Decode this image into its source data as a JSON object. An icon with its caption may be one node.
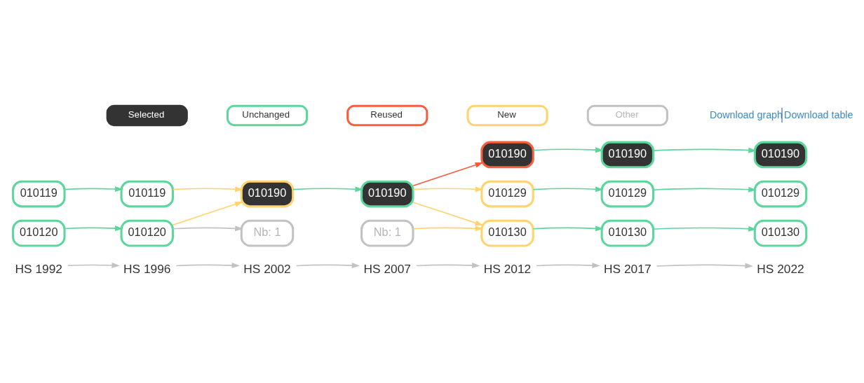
{
  "diagram": {
    "nodes": [
      {
        "text": [
          "010119"
        ]
      },
      {
        "text": [
          "010120"
        ]
      },
      {
        "text": [
          "010119"
        ]
      },
      {
        "text": [
          "010120"
        ]
      },
      {
        "text": [
          "010190"
        ]
      },
      {
        "text": [
          "Nb: 1"
        ]
      },
      {
        "text": [
          "010190"
        ]
      },
      {
        "text": [
          "Nb: 1"
        ]
      },
      {
        "text": [
          "010190"
        ]
      },
      {
        "text": [
          "010129"
        ]
      },
      {
        "text": [
          "010130"
        ]
      },
      {
        "text": [
          "010190"
        ]
      },
      {
        "text": [
          "010129"
        ]
      },
      {
        "text": [
          "010130"
        ]
      },
      {
        "text": [
          "010190"
        ]
      },
      {
        "text": [
          "010129"
        ]
      },
      {
        "text": [
          "010130"
        ]
      },
      {
        "text": [
          "HS 1992"
        ]
      },
      {
        "text": [
          "HS 1996"
        ]
      },
      {
        "text": [
          "HS 2002"
        ]
      },
      {
        "text": [
          "HS 2007"
        ]
      },
      {
        "text": [
          "HS 2012"
        ]
      },
      {
        "text": [
          "HS 2017"
        ]
      },
      {
        "text": [
          "HS 2022"
        ]
      }
    ],
    "edges": [
      {
        "from": 0,
        "to": 2,
        "arrow": "to"
      },
      {
        "from": 1,
        "to": 3,
        "arrow": "to"
      },
      {
        "from": 2,
        "to": 4,
        "arrow": "to",
        "color": "#ffd36d"
      },
      {
        "from": 3,
        "to": 4,
        "arrow": "to",
        "color": "#ffd36d"
      },
      {
        "from": 3,
        "to": 5,
        "arrow": "to",
        "color": "#c2c2c2"
      },
      {
        "from": 4,
        "to": 6,
        "arrow": "to"
      },
      {
        "from": 6,
        "to": 8,
        "arrow": "to",
        "color": "#f65e3f"
      },
      {
        "from": 6,
        "to": 9,
        "arrow": "to",
        "color": "#ffd36d"
      },
      {
        "from": 6,
        "to": 10,
        "arrow": "to",
        "color": "#ffd36d"
      },
      {
        "from": 7,
        "to": 10,
        "arrow": "to",
        "color": "#ffd36d"
      },
      {
        "from": 8,
        "to": 11,
        "arrow": "to"
      },
      {
        "from": 9,
        "to": 12,
        "arrow": "to"
      },
      {
        "from": 10,
        "to": 13,
        "arrow": "to"
      },
      {
        "from": 11,
        "to": 14,
        "arrow": "to"
      },
      {
        "from": 12,
        "to": 15,
        "arrow": "to"
      },
      {
        "from": 13,
        "to": 16,
        "arrow": "to"
      },
      {
        "from": 17,
        "to": 18,
        "arrow": "to",
        "color": "#c2c2c2"
      },
      {
        "from": 18,
        "to": 19,
        "arrow": "to",
        "color": "#c2c2c2"
      },
      {
        "from": 19,
        "to": 20,
        "arrow": "to",
        "color": "#c2c2c2"
      },
      {
        "from": 20,
        "to": 21,
        "arrow": "to",
        "color": "#c2c2c2"
      },
      {
        "from": 21,
        "to": 22,
        "arrow": "to",
        "color": "#c2c2c2"
      },
      {
        "from": 22,
        "to": 23,
        "arrow": "to",
        "color": "#c2c2c2"
      }
    ],
    "labels": [
      "Download graph",
      "Download table"
    ],
    "legend": [
      {
        "text": "Selected",
        "color": "#333333"
      },
      {
        "text": "Unchanged",
        "color": "#5dd69c"
      },
      {
        "text": "Reused",
        "color": "#f65e3f"
      },
      {
        "text": "New",
        "color": "#ffd36d"
      },
      {
        "text": "Other",
        "color": "#c2c2c2"
      }
    ]
  }
}
